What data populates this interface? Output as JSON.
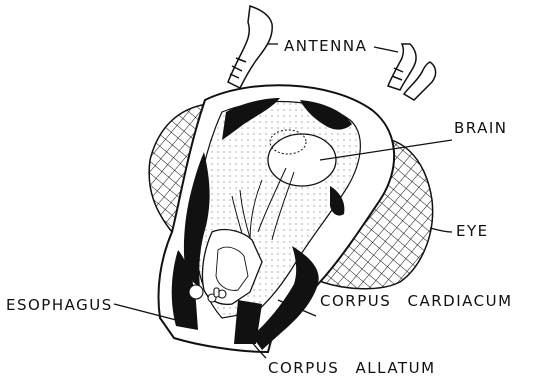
{
  "labels": {
    "antenna": "ANTENNA",
    "brain": "BRAIN",
    "eye": "EYE",
    "esophagus": "ESOPHAGUS",
    "corpus_cardiacum": "CORPUS CARDIACUM",
    "corpus_allatum": "CORPUS ALLATUM"
  },
  "colors": {
    "ink": "#111111",
    "paper": "#ffffff",
    "stipple": "#c8c8c8"
  }
}
